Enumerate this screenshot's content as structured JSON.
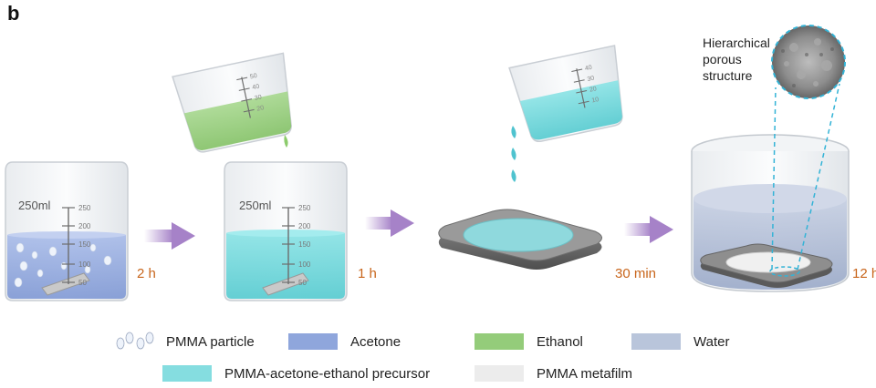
{
  "panel_label": "b",
  "beaker_capacity": "250ml",
  "beaker_ticks": [
    "250",
    "200",
    "150",
    "100",
    "50"
  ],
  "pour_ticks": [
    "50",
    "40",
    "30",
    "20",
    "10"
  ],
  "steps": [
    {
      "time": "2 h"
    },
    {
      "time": "1 h"
    },
    {
      "time": "30 min"
    },
    {
      "time": "12 h"
    }
  ],
  "zoom_label": [
    "Hierarchical",
    "porous",
    "structure"
  ],
  "legend": [
    {
      "label": "PMMA particle",
      "color": "#e6eef8"
    },
    {
      "label": "Acetone",
      "color": "#8fa6dc"
    },
    {
      "label": "Ethanol",
      "color": "#94cc7a"
    },
    {
      "label": "Water",
      "color": "#b9c5db"
    },
    {
      "label": "PMMA-acetone-ethanol precursor",
      "color": "#85dde0"
    },
    {
      "label": "PMMA metafilm",
      "color": "#ececec"
    }
  ],
  "colors": {
    "time_text": "#c8651b",
    "arrow": "#a682c8",
    "dropper_line": "#33b3d6"
  }
}
